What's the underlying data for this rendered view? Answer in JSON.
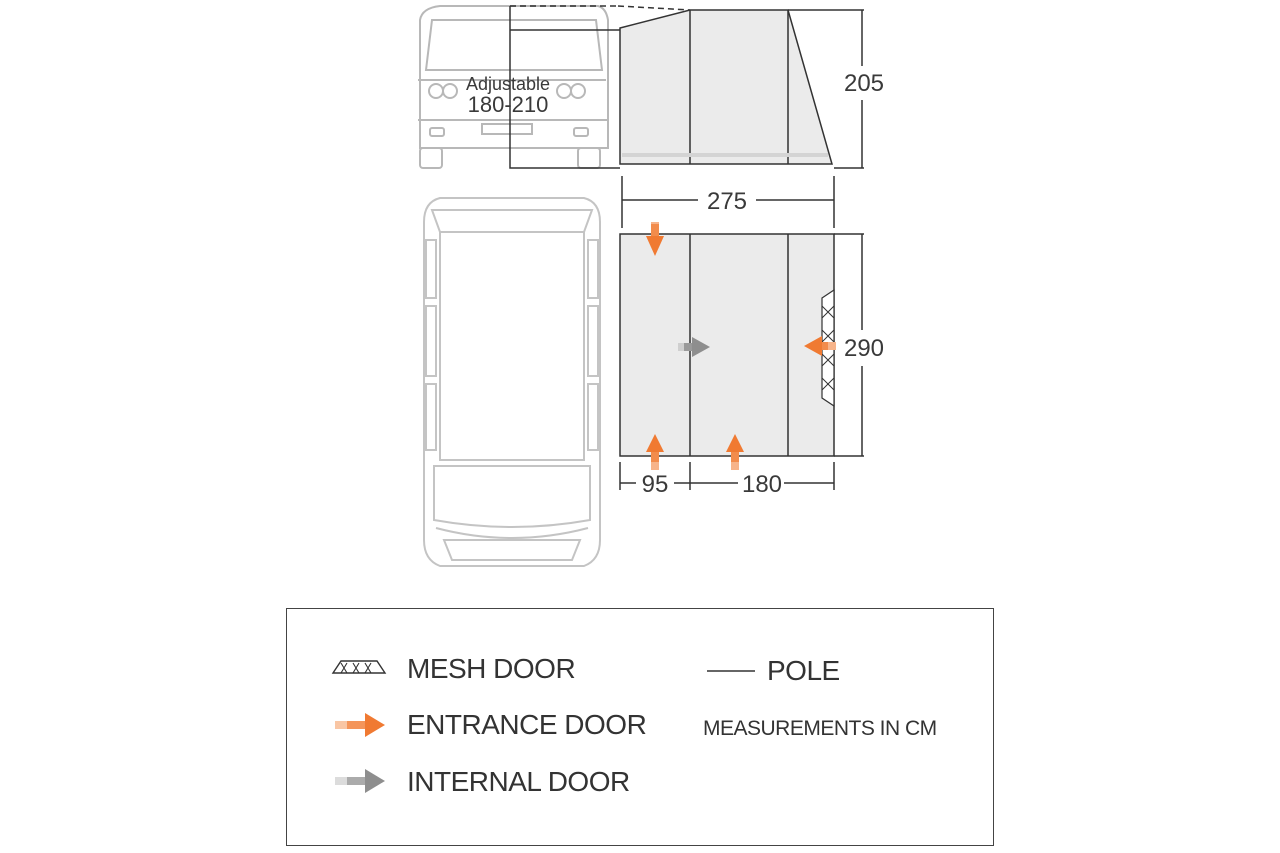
{
  "vehicle_front": {
    "height_label": "Adjustable",
    "height_range": "180-210"
  },
  "dimensions": {
    "height": "205",
    "width": "275",
    "depth": "290",
    "section_a": "95",
    "section_b": "180"
  },
  "legend": {
    "mesh_door": "MESH DOOR",
    "entrance_door": "ENTRANCE DOOR",
    "internal_door": "INTERNAL DOOR",
    "pole": "POLE",
    "units_note": "MEASUREMENTS IN CM"
  },
  "colors": {
    "entrance_arrow": "#f07a32",
    "internal_arrow": "#8e8e8e",
    "tent_fill": "#ebebeb",
    "vehicle_outline": "#b8b8b8",
    "line": "#333333"
  }
}
